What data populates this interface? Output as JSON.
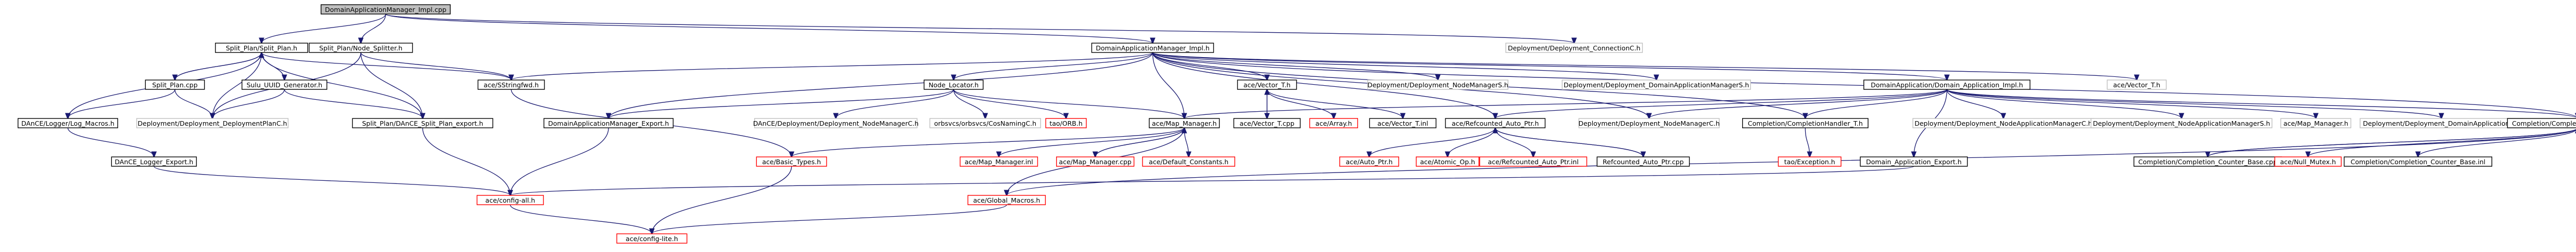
{
  "diagram": {
    "type": "include-dependency-graph",
    "colors": {
      "edge": "#191970",
      "root_fill": "#bfbfbf",
      "root_border": "#000000",
      "documented_border": "#000000",
      "missing_border": "#ff0000",
      "external_border": "#bfbfbf",
      "node_fill": "#ffffff"
    },
    "nodes": [
      {
        "id": "root",
        "label": "DomainApplicationManager_Impl.cpp",
        "kind": "root"
      },
      {
        "id": "split_plan_h",
        "label": "Split_Plan/Split_Plan.h",
        "kind": "documented"
      },
      {
        "id": "split_plan_node_h",
        "label": "Split_Plan/Node_Splitter.h",
        "kind": "documented"
      },
      {
        "id": "dam_impl_h",
        "label": "DomainApplicationManager_Impl.h",
        "kind": "documented"
      },
      {
        "id": "deploy_connC",
        "label": "Deployment/Deployment_ConnectionC.h",
        "kind": "external"
      },
      {
        "id": "split_plan_cpp",
        "label": "Split_Plan.cpp",
        "kind": "documented"
      },
      {
        "id": "sulu_gen_h",
        "label": "Sulu_UUID_Generator.h",
        "kind": "documented"
      },
      {
        "id": "ace_sstringfwd",
        "label": "ace/SStringfwd.h",
        "kind": "documented"
      },
      {
        "id": "log_macros",
        "label": "DAnCE/Logger/Log_Macros.h",
        "kind": "documented"
      },
      {
        "id": "deploy_planC",
        "label": "Deployment/Deployment_DeploymentPlanC.h",
        "kind": "external"
      },
      {
        "id": "split_plan_export",
        "label": "Split_Plan/DAnCE_Split_Plan_export.h",
        "kind": "documented"
      },
      {
        "id": "node_locator_h",
        "label": "Node_Locator.h",
        "kind": "documented"
      },
      {
        "id": "dam_export",
        "label": "DomainApplicationManager_Export.h",
        "kind": "documented"
      },
      {
        "id": "dance_nodemgrC",
        "label": "DAnCE/Deployment/Deployment_NodeManagerC.h",
        "kind": "external"
      },
      {
        "id": "orbsvcs_cosnaming",
        "label": "orbsvcs/orbsvcs/CosNamingC.h",
        "kind": "external"
      },
      {
        "id": "tao_orb",
        "label": "tao/ORB.h",
        "kind": "missing"
      },
      {
        "id": "ace_map_manager",
        "label": "ace/Map_Manager.h",
        "kind": "documented"
      },
      {
        "id": "ace_vector_t",
        "label": "ace/Vector_T.h",
        "kind": "documented"
      },
      {
        "id": "ace_vector_t_cpp",
        "label": "ace/Vector_T.cpp",
        "kind": "documented"
      },
      {
        "id": "ace_array",
        "label": "ace/Array.h",
        "kind": "missing"
      },
      {
        "id": "ace_vector_t_inl",
        "label": "ace/Vector_T.inl",
        "kind": "documented"
      },
      {
        "id": "ace_refcounted_h",
        "label": "ace/Refcounted_Auto_Ptr.h",
        "kind": "documented"
      },
      {
        "id": "deploy_nodemgrS_top",
        "label": "Deployment/Deployment_NodeManagerS.h",
        "kind": "external"
      },
      {
        "id": "deploy_damS_top",
        "label": "Deployment/Deployment_DomainApplicationManagerS.h",
        "kind": "external"
      },
      {
        "id": "da_impl_h",
        "label": "DomainApplication/Domain_Application_Impl.h",
        "kind": "documented"
      },
      {
        "id": "ace_vector_t_top",
        "label": "ace/Vector_T.h",
        "kind": "external"
      },
      {
        "id": "deploy_nodemgrC_mid",
        "label": "Deployment/Deployment_NodeManagerC.h",
        "kind": "external"
      },
      {
        "id": "completion_handler",
        "label": "Completion/CompletionHandler_T.h",
        "kind": "documented"
      },
      {
        "id": "deploy_nodeappmgrC",
        "label": "Deployment/Deployment_NodeApplicationManagerC.h",
        "kind": "external"
      },
      {
        "id": "deploy_nodeappmgrS",
        "label": "Deployment/Deployment_NodeApplicationManagerS.h",
        "kind": "external"
      },
      {
        "id": "ace_map_manager_ext",
        "label": "ace/Map_Manager.h",
        "kind": "external"
      },
      {
        "id": "deploy_domappS",
        "label": "Deployment/Deployment_DomainApplicationS.h",
        "kind": "external"
      },
      {
        "id": "completion_counter_base",
        "label": "Completion/Completion_Counter_Base.h",
        "kind": "documented"
      },
      {
        "id": "dance_logger_export",
        "label": "DAnCE_Logger_Export.h",
        "kind": "documented"
      },
      {
        "id": "ace_basic_types",
        "label": "ace/Basic_Types.h",
        "kind": "missing"
      },
      {
        "id": "ace_map_manager_inl",
        "label": "ace/Map_Manager.inl",
        "kind": "missing"
      },
      {
        "id": "ace_map_manager_cpp",
        "label": "ace/Map_Manager.cpp",
        "kind": "missing"
      },
      {
        "id": "ace_default_constants",
        "label": "ace/Default_Constants.h",
        "kind": "missing"
      },
      {
        "id": "ace_auto_ptr",
        "label": "ace/Auto_Ptr.h",
        "kind": "missing"
      },
      {
        "id": "ace_atomic_op",
        "label": "ace/Atomic_Op.h",
        "kind": "missing"
      },
      {
        "id": "ace_refcounted_inl",
        "label": "ace/Refcounted_Auto_Ptr.inl",
        "kind": "missing"
      },
      {
        "id": "ace_refcounted_cpp",
        "label": "Refcounted_Auto_Ptr.cpp",
        "kind": "documented"
      },
      {
        "id": "tao_exception",
        "label": "tao/Exception.h",
        "kind": "missing"
      },
      {
        "id": "da_export",
        "label": "Domain_Application_Export.h",
        "kind": "documented"
      },
      {
        "id": "completion_counter_base_cpp",
        "label": "Completion/Completion_Counter_Base.cpp",
        "kind": "documented"
      },
      {
        "id": "ace_null_mutex",
        "label": "ace/Null_Mutex.h",
        "kind": "missing"
      },
      {
        "id": "completion_counter_base_inl",
        "label": "Completion/Completion_Counter_Base.inl",
        "kind": "documented"
      },
      {
        "id": "ace_config_all",
        "label": "ace/config-all.h",
        "kind": "missing"
      },
      {
        "id": "ace_global_macros",
        "label": "ace/Global_Macros.h",
        "kind": "missing"
      },
      {
        "id": "ace_config_lite",
        "label": "ace/config-lite.h",
        "kind": "missing"
      }
    ],
    "edges": [
      [
        "root",
        "split_plan_h"
      ],
      [
        "root",
        "split_plan_node_h"
      ],
      [
        "root",
        "dam_impl_h"
      ],
      [
        "root",
        "deploy_connC"
      ],
      [
        "split_plan_h",
        "split_plan_cpp"
      ],
      [
        "split_plan_h",
        "sulu_gen_h"
      ],
      [
        "split_plan_h",
        "ace_sstringfwd"
      ],
      [
        "split_plan_h",
        "log_macros"
      ],
      [
        "split_plan_h",
        "deploy_planC"
      ],
      [
        "split_plan_h",
        "split_plan_export"
      ],
      [
        "split_plan_cpp",
        "split_plan_h"
      ],
      [
        "split_plan_cpp",
        "log_macros"
      ],
      [
        "split_plan_cpp",
        "deploy_planC"
      ],
      [
        "sulu_gen_h",
        "deploy_planC"
      ],
      [
        "sulu_gen_h",
        "split_plan_export"
      ],
      [
        "split_plan_node_h",
        "ace_sstringfwd"
      ],
      [
        "split_plan_node_h",
        "deploy_planC"
      ],
      [
        "split_plan_node_h",
        "split_plan_export"
      ],
      [
        "dam_impl_h",
        "ace_sstringfwd"
      ],
      [
        "dam_impl_h",
        "node_locator_h"
      ],
      [
        "dam_impl_h",
        "dam_export"
      ],
      [
        "dam_impl_h",
        "ace_vector_t"
      ],
      [
        "dam_impl_h",
        "ace_map_manager"
      ],
      [
        "dam_impl_h",
        "deploy_nodemgrS_top"
      ],
      [
        "dam_impl_h",
        "deploy_damS_top"
      ],
      [
        "dam_impl_h",
        "da_impl_h"
      ],
      [
        "dam_impl_h",
        "ace_vector_t_top"
      ],
      [
        "dam_impl_h",
        "ace_refcounted_h"
      ],
      [
        "dam_impl_h",
        "deploy_nodemgrC_mid"
      ],
      [
        "dam_impl_h",
        "completion_handler"
      ],
      [
        "dam_impl_h",
        "completion_counter_base"
      ],
      [
        "node_locator_h",
        "dam_export"
      ],
      [
        "node_locator_h",
        "dance_nodemgrC"
      ],
      [
        "node_locator_h",
        "orbsvcs_cosnaming"
      ],
      [
        "node_locator_h",
        "tao_orb"
      ],
      [
        "node_locator_h",
        "ace_map_manager"
      ],
      [
        "ace_vector_t",
        "ace_vector_t_cpp"
      ],
      [
        "ace_vector_t",
        "ace_array"
      ],
      [
        "ace_vector_t",
        "ace_vector_t_inl"
      ],
      [
        "ace_vector_t_cpp",
        "ace_vector_t"
      ],
      [
        "ace_map_manager",
        "ace_basic_types"
      ],
      [
        "ace_map_manager",
        "ace_map_manager_inl"
      ],
      [
        "ace_map_manager",
        "ace_map_manager_cpp"
      ],
      [
        "ace_map_manager",
        "ace_default_constants"
      ],
      [
        "ace_map_manager",
        "ace_global_macros"
      ],
      [
        "ace_map_manager_cpp",
        "ace_map_manager"
      ],
      [
        "ace_refcounted_h",
        "ace_auto_ptr"
      ],
      [
        "ace_refcounted_h",
        "ace_atomic_op"
      ],
      [
        "ace_refcounted_h",
        "ace_refcounted_inl"
      ],
      [
        "ace_refcounted_h",
        "ace_refcounted_cpp"
      ],
      [
        "ace_refcounted_cpp",
        "ace_refcounted_h"
      ],
      [
        "da_impl_h",
        "ace_map_manager"
      ],
      [
        "da_impl_h",
        "ace_refcounted_h"
      ],
      [
        "da_impl_h",
        "deploy_nodemgrC_mid"
      ],
      [
        "da_impl_h",
        "completion_handler"
      ],
      [
        "da_impl_h",
        "da_export"
      ],
      [
        "da_impl_h",
        "deploy_nodeappmgrC"
      ],
      [
        "da_impl_h",
        "deploy_nodeappmgrS"
      ],
      [
        "da_impl_h",
        "ace_map_manager_ext"
      ],
      [
        "da_impl_h",
        "deploy_domappS"
      ],
      [
        "da_impl_h",
        "completion_counter_base"
      ],
      [
        "completion_handler",
        "tao_exception"
      ],
      [
        "completion_counter_base",
        "completion_counter_base_cpp"
      ],
      [
        "completion_counter_base",
        "ace_null_mutex"
      ],
      [
        "completion_counter_base",
        "completion_counter_base_inl"
      ],
      [
        "completion_counter_base_cpp",
        "completion_counter_base"
      ],
      [
        "completion_counter_base",
        "ace_global_macros"
      ],
      [
        "log_macros",
        "dance_logger_export"
      ],
      [
        "dance_logger_export",
        "ace_config_all"
      ],
      [
        "split_plan_export",
        "ace_config_all"
      ],
      [
        "ace_sstringfwd",
        "ace_basic_types"
      ],
      [
        "dam_export",
        "ace_config_all"
      ],
      [
        "da_export",
        "ace_config_all"
      ],
      [
        "ace_basic_types",
        "ace_config_lite"
      ],
      [
        "ace_global_macros",
        "ace_config_lite"
      ],
      [
        "ace_config_all",
        "ace_config_lite"
      ]
    ]
  }
}
